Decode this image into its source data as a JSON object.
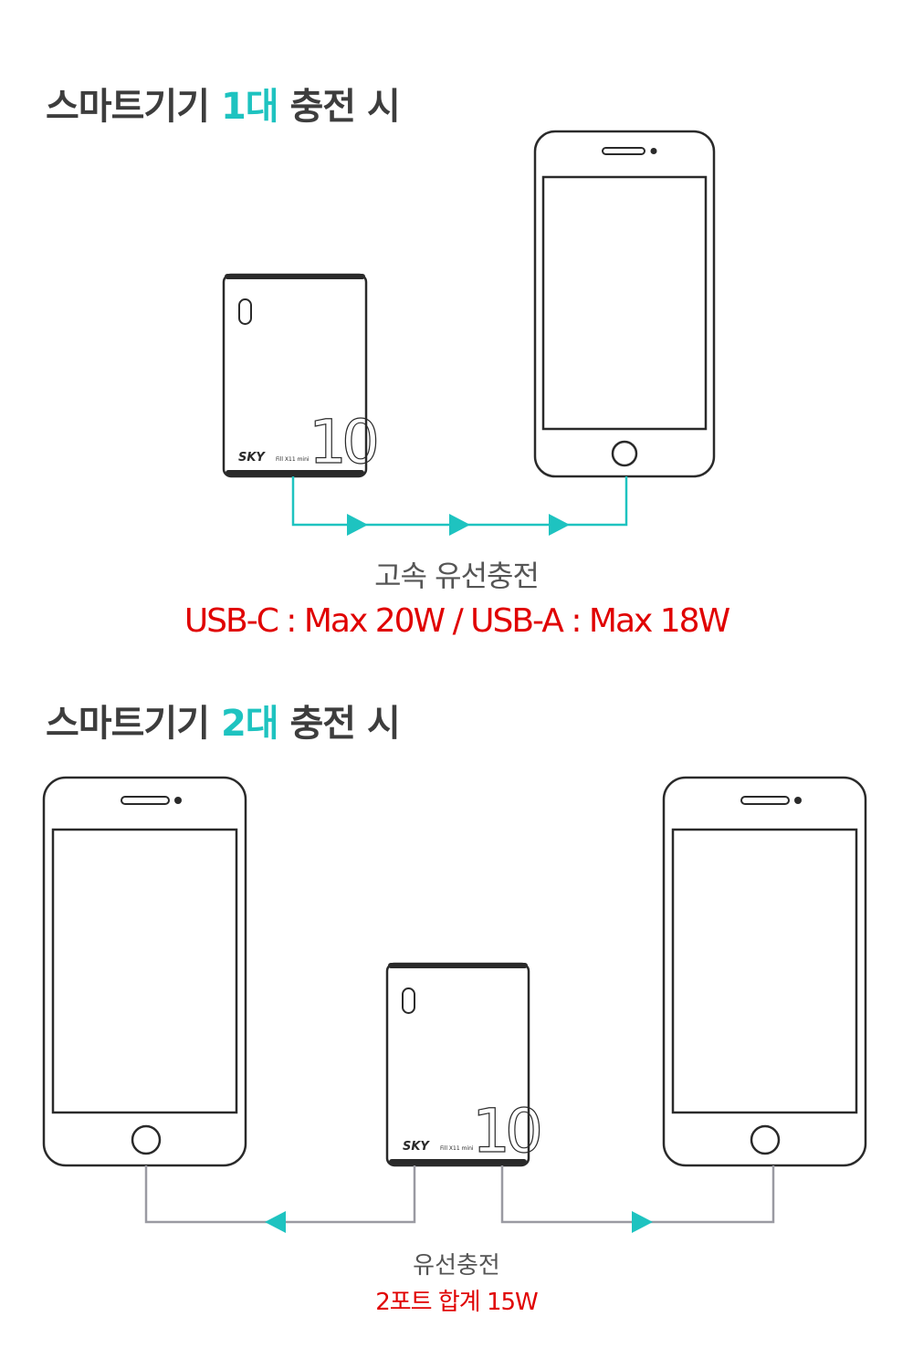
{
  "section1": {
    "heading_pre": "스마트기기 ",
    "heading_accent": "1대",
    "heading_post": " 충전 시",
    "caption": "고속 유선충전",
    "spec": "USB-C : Max 20W / USB-A : Max 18W"
  },
  "section2": {
    "heading_pre": "스마트기기 ",
    "heading_accent": "2대",
    "heading_post": " 충전 시",
    "caption": "유선충전",
    "spec": "2포트 합계 15W"
  },
  "device": {
    "brand": "SKY",
    "model": "Fill X11 mini",
    "capacity": "10"
  },
  "colors": {
    "accent": "#1ec3c0",
    "spec_red": "#e00000",
    "cable_gray": "#9a9aa2",
    "outline": "#2a2a2a"
  },
  "icons": [
    "smartphone-icon",
    "power-bank-icon",
    "arrow-right-icon",
    "arrow-left-icon"
  ]
}
